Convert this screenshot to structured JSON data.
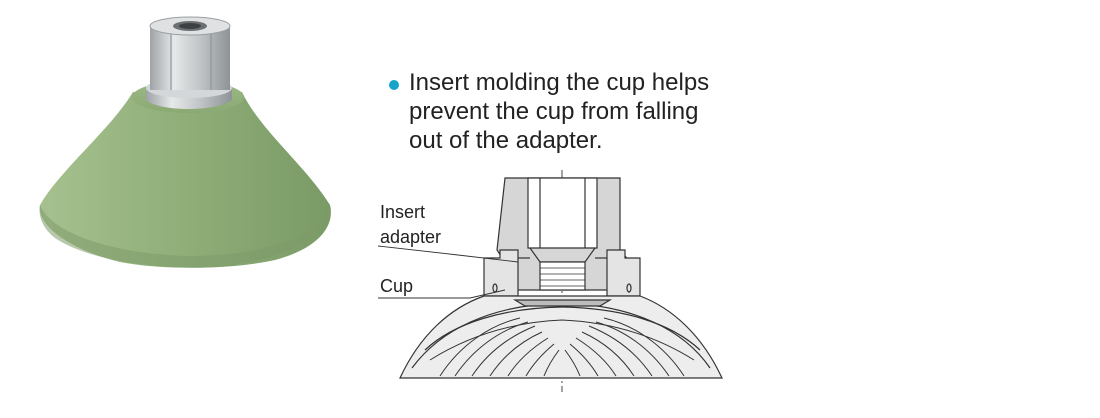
{
  "bullet": {
    "lines": [
      "Insert molding the cup helps",
      "prevent the cup from falling",
      "out of the adapter."
    ]
  },
  "labels": {
    "insert_line1": "Insert",
    "insert_line2": "adapter",
    "cup": "Cup"
  },
  "colors": {
    "cup_green": "#8fae7a",
    "metal": "#c9ccce",
    "bullet": "#15a4c9"
  }
}
